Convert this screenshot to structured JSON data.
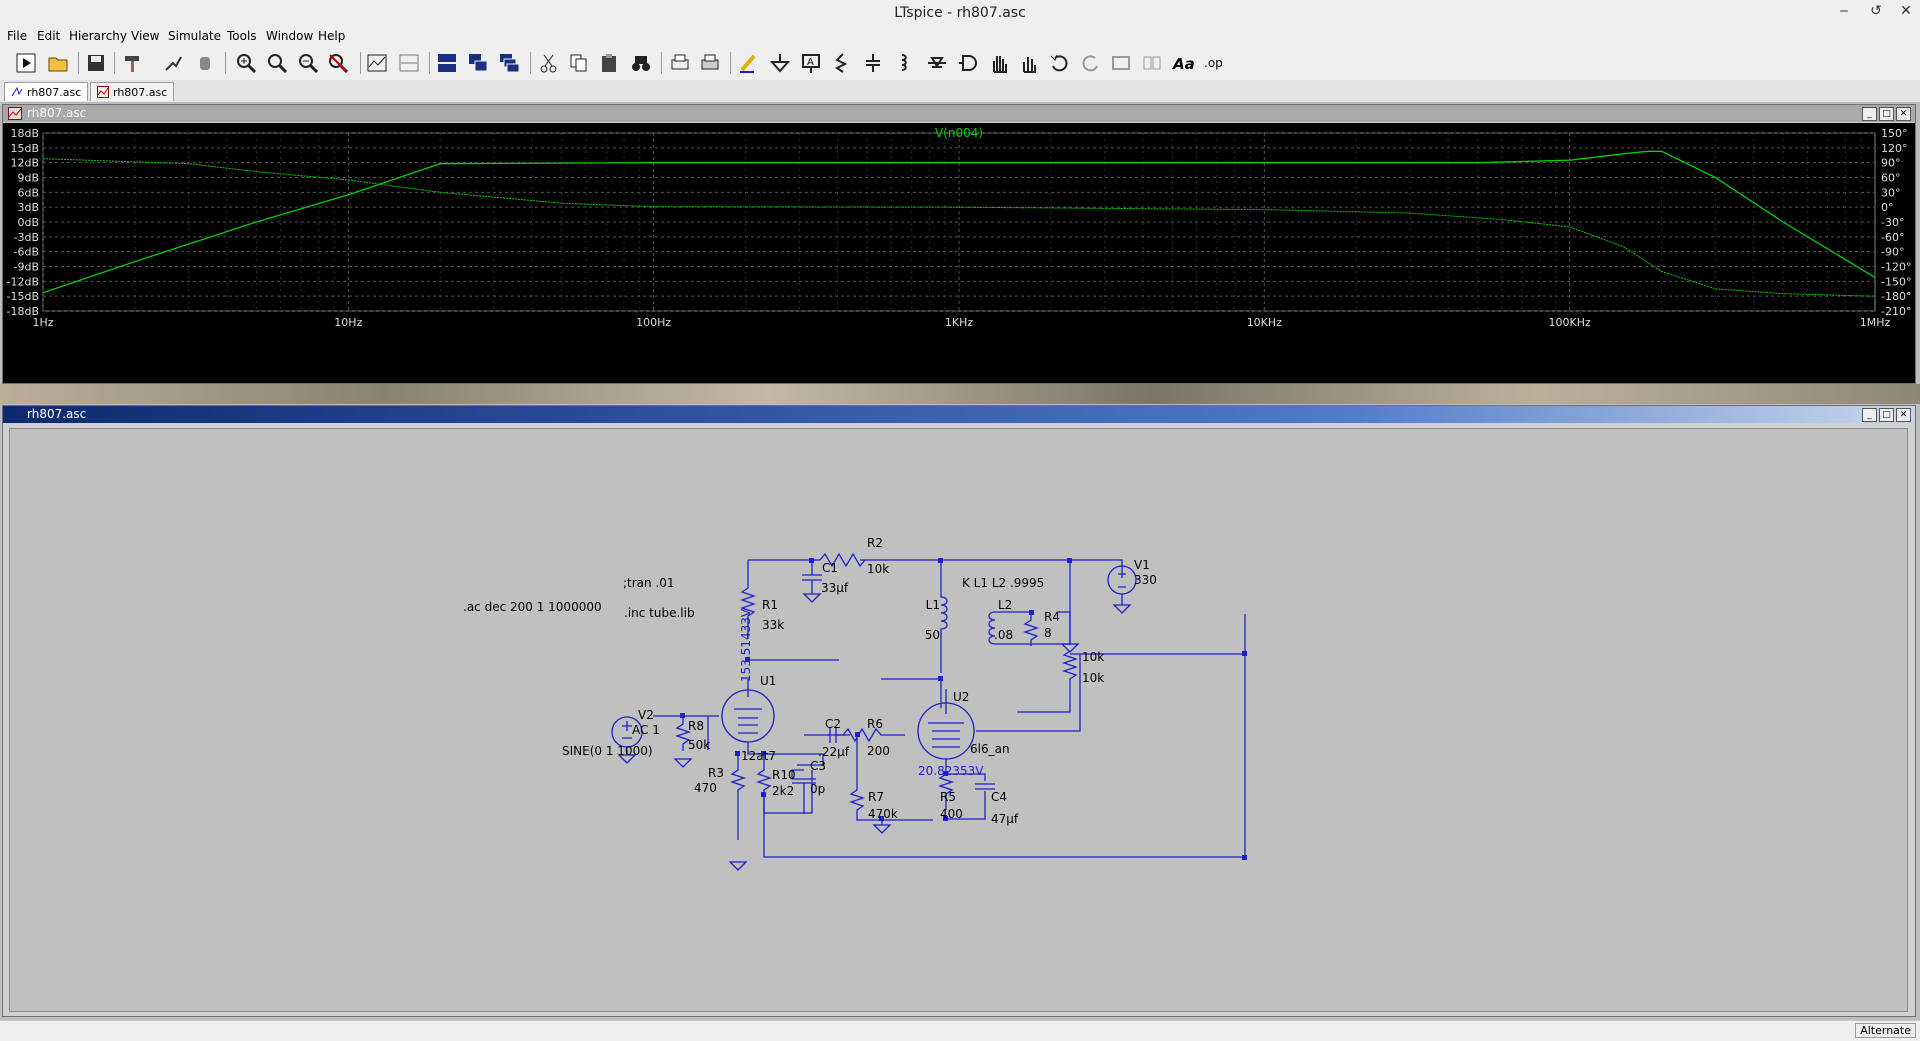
{
  "window": {
    "title": "LTspice - rh807.asc",
    "minimize": "‒",
    "restore": "↺",
    "close": "✕"
  },
  "menu": [
    "File",
    "Edit",
    "Hierarchy",
    "View",
    "Simulate",
    "Tools",
    "Window",
    "Help"
  ],
  "toolbar": {
    "icons": [
      "run-icon",
      "open-icon",
      "save-icon",
      "hammer-icon",
      "halt-icon",
      "stop-hand-icon",
      "zoom-in-icon",
      "zoom-pan-icon",
      "zoom-out-icon",
      "zoom-fit-icon",
      "autoscale-icon",
      "waveform-icon",
      "tile-horizontal-icon",
      "tile-vertical-icon",
      "cascade-icon",
      "cut-icon",
      "copy-icon",
      "paste-icon",
      "find-icon",
      "print-icon",
      "print-setup-icon",
      "draw-wire-icon",
      "ground-icon",
      "label-net-icon",
      "resistor-icon",
      "capacitor-icon",
      "inductor-icon",
      "diode-icon",
      "component-icon",
      "move-icon",
      "drag-icon",
      "undo-icon",
      "redo-icon",
      "rotate-icon",
      "mirror-icon",
      "text-icon",
      "spice-directive-icon"
    ]
  },
  "tabs": [
    {
      "label": "rh807.asc",
      "icon": "schematic-icon"
    },
    {
      "label": "rh807.asc",
      "icon": "waveform-icon"
    }
  ],
  "plot_window": {
    "title": "rh807.asc"
  },
  "schematic_window": {
    "title": "rh807.asc"
  },
  "status": {
    "mode": "Alternate"
  },
  "chart_data": {
    "type": "line",
    "title": "V(n004)",
    "xscale": "log",
    "xlim": [
      1,
      1000000
    ],
    "x_ticks": [
      "1Hz",
      "10Hz",
      "100Hz",
      "1KHz",
      "10KHz",
      "100KHz",
      "1MHz"
    ],
    "y_left_ticks": [
      "18dB",
      "15dB",
      "12dB",
      "9dB",
      "6dB",
      "3dB",
      "0dB",
      "-3dB",
      "-6dB",
      "-9dB",
      "-12dB",
      "-15dB",
      "-18dB"
    ],
    "y_right_ticks": [
      "150°",
      "120°",
      "90°",
      "60°",
      "30°",
      "0°",
      "-30°",
      "-60°",
      "-90°",
      "-120°",
      "-150°",
      "-180°",
      "-210°"
    ],
    "ylim_db": [
      -18,
      18
    ],
    "ylim_deg": [
      -210,
      150
    ],
    "line_color": "#00d000",
    "grid": true,
    "series": [
      {
        "name": "V(n004)",
        "unit": "dB",
        "x": [
          1,
          2,
          5,
          10,
          20,
          100,
          1000,
          10000,
          50000,
          100000,
          150000,
          180000,
          200000,
          300000,
          500000,
          1000000
        ],
        "values": [
          -14.3,
          -8.0,
          0.0,
          5.5,
          11.8,
          12.0,
          12.0,
          12.0,
          12.0,
          12.5,
          13.8,
          14.3,
          14.3,
          9.0,
          0.0,
          -11.2
        ]
      },
      {
        "name": "phase",
        "unit": "deg",
        "x": [
          1,
          3,
          5,
          10,
          20,
          50,
          100,
          1000,
          10000,
          30000,
          60000,
          100000,
          150000,
          200000,
          300000,
          500000,
          1000000
        ],
        "values": [
          98,
          88,
          72,
          55,
          30,
          8,
          1,
          0,
          -5,
          -12,
          -25,
          -40,
          -80,
          -130,
          -165,
          -175,
          -180
        ]
      }
    ]
  },
  "schematic": {
    "components": [
      {
        "ref": "R2",
        "value": "10k"
      },
      {
        "ref": "C1",
        "value": "33µf"
      },
      {
        "ref": "R1",
        "value": "33k"
      },
      {
        "ref": "V1",
        "value": "330"
      },
      {
        "ref": "L1",
        "value": "50"
      },
      {
        "ref": "L2",
        "value": ".08"
      },
      {
        "ref": "R4",
        "value": "8"
      },
      {
        "ref": "10k",
        "value": "10k"
      },
      {
        "ref": "U1",
        "value": "12at7"
      },
      {
        "ref": "U2",
        "value": "6l6_an"
      },
      {
        "ref": "V2",
        "value": "AC 1"
      },
      {
        "ref": "R8",
        "value": "50k"
      },
      {
        "ref": "C2",
        "value": ".22µf"
      },
      {
        "ref": "R6",
        "value": "200"
      },
      {
        "ref": "R3",
        "value": "470"
      },
      {
        "ref": "R10",
        "value": "2k2"
      },
      {
        "ref": "C3",
        "value": "0p"
      },
      {
        "ref": "R7",
        "value": "470k"
      },
      {
        "ref": "R5",
        "value": "400"
      },
      {
        "ref": "C4",
        "value": "47µf"
      }
    ],
    "directives": [
      ";tran .01",
      ".ac dec 200 1 1000000",
      ".inc tube.lib",
      "K L1 L2 .9995"
    ],
    "v2_source": "SINE(0 1 1000)",
    "node_voltages": [
      "153.51433V",
      "20.82353V"
    ],
    "wire_color": "#1f1fcc",
    "text_color": "#000000",
    "voltage_label_color": "#1f1fcc"
  }
}
